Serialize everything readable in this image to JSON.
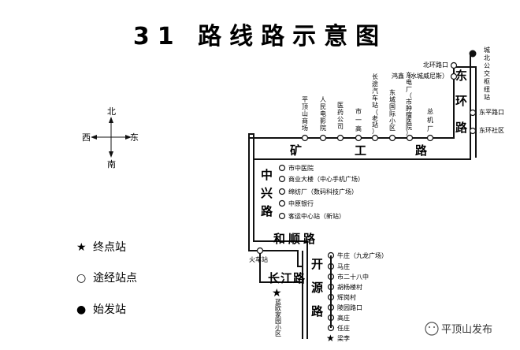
{
  "title": "31 路线路示意图",
  "colors": {
    "line": "#111111",
    "paper": "#ffffff"
  },
  "compass": {
    "north": "北",
    "south": "南",
    "east": "东",
    "west": "西"
  },
  "legend": {
    "terminal": {
      "symbol": "★",
      "label": "终点站"
    },
    "via": {
      "symbol": "○",
      "label": "途经站点"
    },
    "origin": {
      "symbol": "●",
      "label": "始发站"
    }
  },
  "roads": {
    "dongjian": [
      "东",
      "环",
      "路"
    ],
    "kuanggong": [
      "矿",
      "工",
      "路"
    ],
    "zhongxing": [
      "中",
      "兴",
      "路"
    ],
    "heshun": "和顺路",
    "kaiyuan": [
      "开",
      "源",
      "路"
    ],
    "changjiang": "长江路"
  },
  "stops": {
    "origin": [
      "城",
      "北",
      "公",
      "交",
      "枢",
      "纽",
      "站"
    ],
    "beihuan": "北环路口",
    "hongyi": "鸿鑫（水城威尼斯）",
    "dongping": "东平路口",
    "donghuan": "东环社区",
    "kuanggong_top": [
      {
        "id": "pingdingshan-market",
        "chars": [
          "平",
          "顶",
          "山",
          "商",
          "场"
        ]
      },
      {
        "id": "cinema",
        "chars": [
          "人",
          "民",
          "电",
          "影",
          "院"
        ]
      },
      {
        "id": "pharma",
        "chars": [
          "医",
          "药",
          "公",
          "司"
        ]
      },
      {
        "id": "no1-high",
        "chars": [
          "市",
          "一",
          "高"
        ]
      },
      {
        "id": "bus-station-old",
        "chars": [
          "长",
          "途",
          "汽",
          "车",
          "站",
          "（",
          "老",
          "站",
          "）"
        ]
      },
      {
        "id": "dongcheng",
        "chars": [
          "东",
          "城",
          "国",
          "际",
          "小",
          "区"
        ]
      },
      {
        "id": "dongdian",
        "chars": [
          "东",
          "电",
          "厂",
          "（",
          "市",
          "肿",
          "瘤",
          "医",
          "院",
          "）"
        ]
      },
      {
        "id": "machine-factory",
        "chars": [
          "总",
          "机",
          "厂"
        ]
      }
    ],
    "zhongxing": [
      "市中医院",
      "商业大楼（中心手机广场）",
      "绵纺厂（数码科技广场）",
      "中原银行",
      "客运中心站（新站）"
    ],
    "railway": "火车站",
    "kaiyuan": [
      "牛庄（九龙广场）",
      "马庄",
      "市二十八中",
      "胡杨楼村",
      "辉岗村",
      "陵园路口",
      "高庄",
      "任庄",
      "梁李"
    ],
    "lanhuan": [
      "蓝",
      "欧",
      "家",
      "园",
      "小",
      "区"
    ]
  },
  "watermark": "平顶山发布"
}
